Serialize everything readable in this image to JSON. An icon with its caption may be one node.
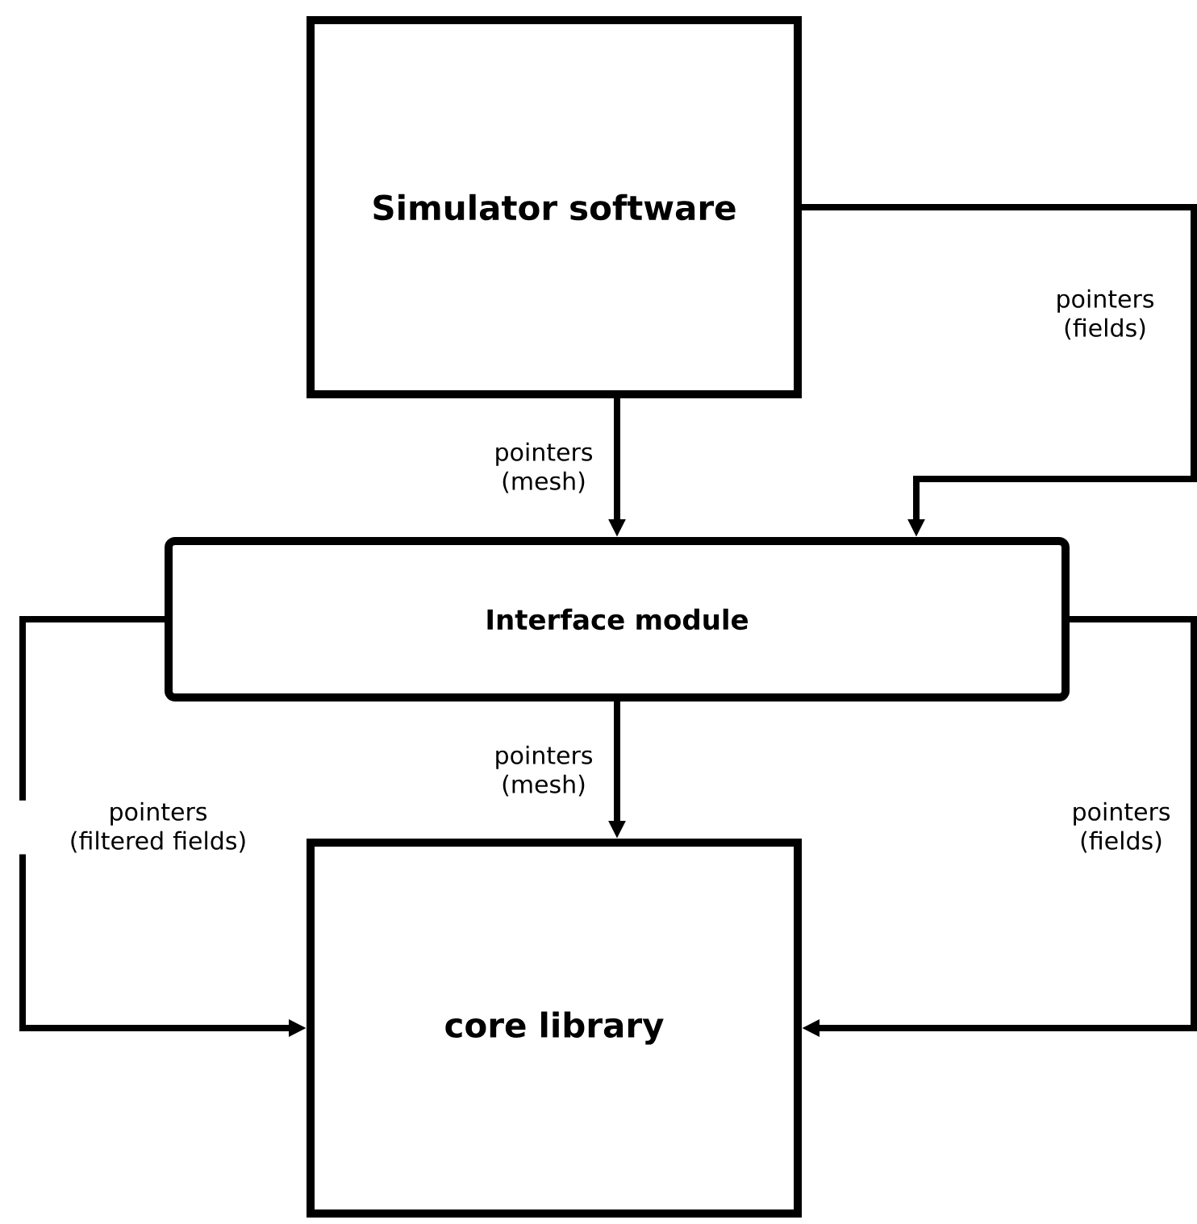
{
  "diagram": {
    "nodes": [
      {
        "text": [
          "Simulator software"
        ]
      },
      {
        "text": [
          "Interface module"
        ]
      },
      {
        "text": [
          "core library"
        ]
      }
    ],
    "edges": [
      {
        "from": 0,
        "to": 1,
        "arrow": "to",
        "label": "pointers (mesh)"
      },
      {
        "from": 0,
        "to": 1,
        "arrow": "to",
        "label": "pointers (fields)"
      },
      {
        "from": 1,
        "to": 2,
        "arrow": "to",
        "label": "pointers (mesh)"
      },
      {
        "from": 1,
        "to": 2,
        "arrow": "to",
        "label": "pointers (filtered fields)"
      },
      {
        "from": 1,
        "to": 2,
        "arrow": "to",
        "label": "pointers (fields)"
      }
    ]
  }
}
